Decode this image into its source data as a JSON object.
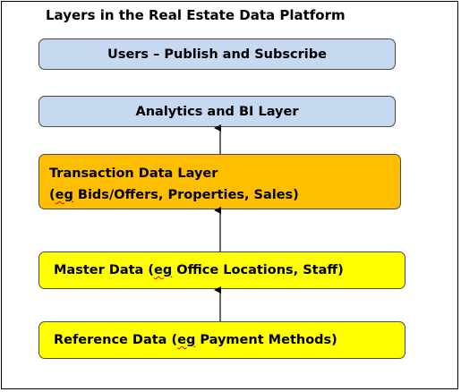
{
  "title": "Layers in the Real Estate Data Platform",
  "colors": {
    "light_blue": "#c6d9f1",
    "orange": "#ffbf00",
    "yellow": "#ffff00",
    "border": "#4a4a4a"
  },
  "layers": {
    "users": {
      "label": "Users – Publish and Subscribe"
    },
    "analytics": {
      "label": "Analytics and BI Layer"
    },
    "transaction": {
      "line1": "Transaction Data Layer",
      "line2_prefix": "(",
      "line2_eg": "eg",
      "line2_rest": " Bids/Offers, Properties, Sales)"
    },
    "master": {
      "prefix": "Master Data (",
      "eg": "eg",
      "rest": " Office Locations, Staff)"
    },
    "reference": {
      "prefix": "Reference Data (",
      "eg": "eg",
      "rest": " Payment Methods)"
    }
  }
}
